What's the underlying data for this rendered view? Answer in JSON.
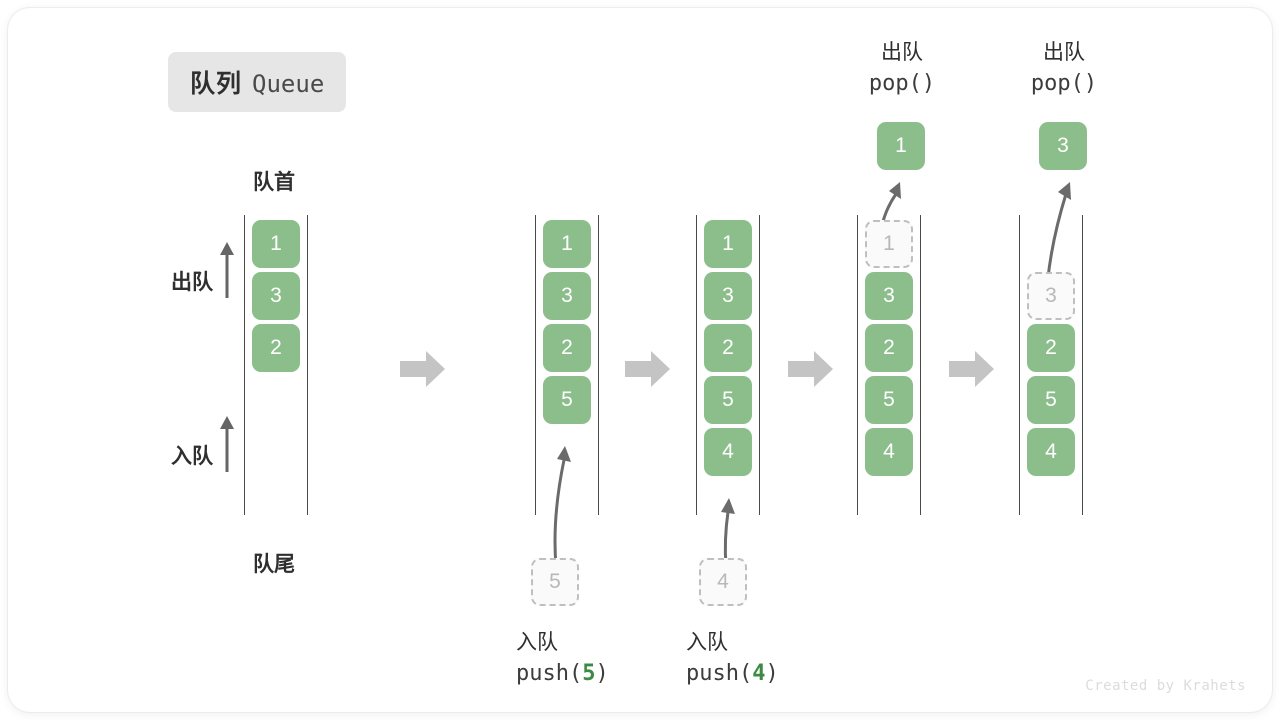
{
  "title": {
    "cn": "队列",
    "en": "Queue"
  },
  "labels": {
    "head": "队首",
    "tail": "队尾",
    "dequeue": "出队",
    "enqueue": "入队"
  },
  "colors": {
    "item_fill": "#8cbe8c",
    "item_text": "#ffffff",
    "ghost_border": "#bfbfbf",
    "ghost_text": "#b8b8b8",
    "rail": "#4a4a4a",
    "arrow": "#666666",
    "step_arrow": "#c4c4c4",
    "accent_code": "#3c8a43",
    "badge_bg": "#e6e6e6"
  },
  "columns": [
    {
      "name": "initial-queue",
      "items": [
        {
          "value": "1",
          "state": "filled"
        },
        {
          "value": "3",
          "state": "filled"
        },
        {
          "value": "2",
          "state": "filled"
        }
      ]
    },
    {
      "name": "after-push-5",
      "items": [
        {
          "value": "1",
          "state": "filled"
        },
        {
          "value": "3",
          "state": "filled"
        },
        {
          "value": "2",
          "state": "filled"
        },
        {
          "value": "5",
          "state": "filled"
        }
      ]
    },
    {
      "name": "after-push-4",
      "items": [
        {
          "value": "1",
          "state": "filled"
        },
        {
          "value": "3",
          "state": "filled"
        },
        {
          "value": "2",
          "state": "filled"
        },
        {
          "value": "5",
          "state": "filled"
        },
        {
          "value": "4",
          "state": "filled"
        }
      ]
    },
    {
      "name": "after-pop-1",
      "items": [
        {
          "value": "1",
          "state": "ghost"
        },
        {
          "value": "3",
          "state": "filled"
        },
        {
          "value": "2",
          "state": "filled"
        },
        {
          "value": "5",
          "state": "filled"
        },
        {
          "value": "4",
          "state": "filled"
        }
      ]
    },
    {
      "name": "after-pop-3",
      "items": [
        {
          "value": "",
          "state": "empty"
        },
        {
          "value": "3",
          "state": "ghost"
        },
        {
          "value": "2",
          "state": "filled"
        },
        {
          "value": "5",
          "state": "filled"
        },
        {
          "value": "4",
          "state": "filled"
        }
      ]
    }
  ],
  "operations": {
    "push_5": {
      "ghost_value": "5",
      "label_cn": "入队",
      "code_prefix": "push(",
      "code_arg": "5",
      "code_suffix": ")"
    },
    "push_4": {
      "ghost_value": "4",
      "label_cn": "入队",
      "code_prefix": "push(",
      "code_arg": "4",
      "code_suffix": ")"
    },
    "pop_1": {
      "label_cn": "出队",
      "code": "pop()",
      "popped_value": "1"
    },
    "pop_3": {
      "label_cn": "出队",
      "code": "pop()",
      "popped_value": "3"
    }
  },
  "credit": "Created by Krahets"
}
